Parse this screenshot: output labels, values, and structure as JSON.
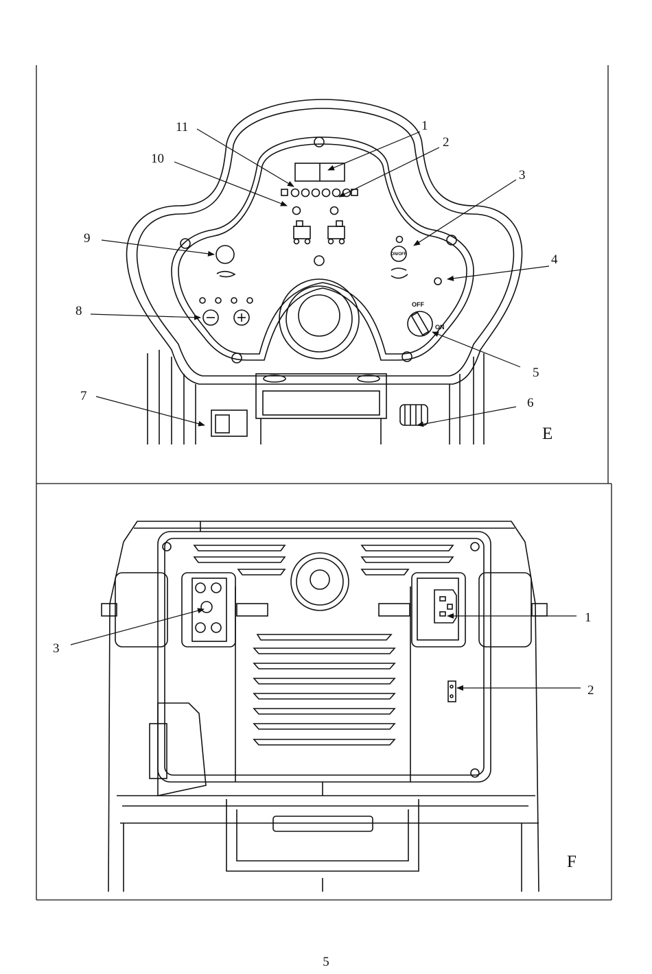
{
  "panel_e": {
    "letter": "E",
    "callouts": [
      "1",
      "2",
      "3",
      "4",
      "5",
      "6",
      "7",
      "8",
      "9",
      "10",
      "11"
    ],
    "switch_labels": {
      "off": "OFF",
      "on": "ON",
      "button": "ON/OFF"
    }
  },
  "panel_f": {
    "letter": "F",
    "callouts": [
      "1",
      "2",
      "3"
    ]
  },
  "page_number": "5"
}
